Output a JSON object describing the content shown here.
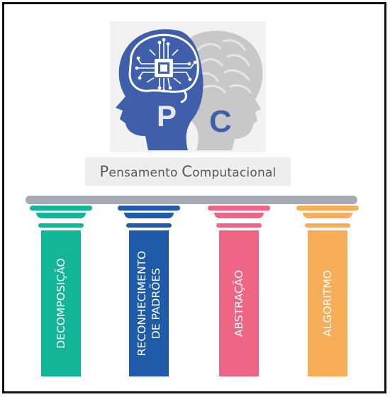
{
  "logo": {
    "letters": [
      "P",
      "C"
    ],
    "colors": {
      "blue_head": "#3f5faa",
      "gray_head": "#c8c8c8",
      "chip": "#ffffff"
    }
  },
  "title": {
    "first_big": "P",
    "first_rest": "ensamento ",
    "second_big": "C",
    "second_rest": "omputacional"
  },
  "beam_color": "#a6a8b6",
  "pillars": [
    {
      "lines": [
        "DECOMPOSIÇÃO"
      ],
      "color": "#12b598"
    },
    {
      "lines": [
        "RECONHECIMENTO",
        "DE PADRÕES"
      ],
      "color": "#1f5ba8"
    },
    {
      "lines": [
        "ABSTRAÇÃO"
      ],
      "color": "#ee6585"
    },
    {
      "lines": [
        "ALGORITMO"
      ],
      "color": "#f8ae58"
    }
  ]
}
